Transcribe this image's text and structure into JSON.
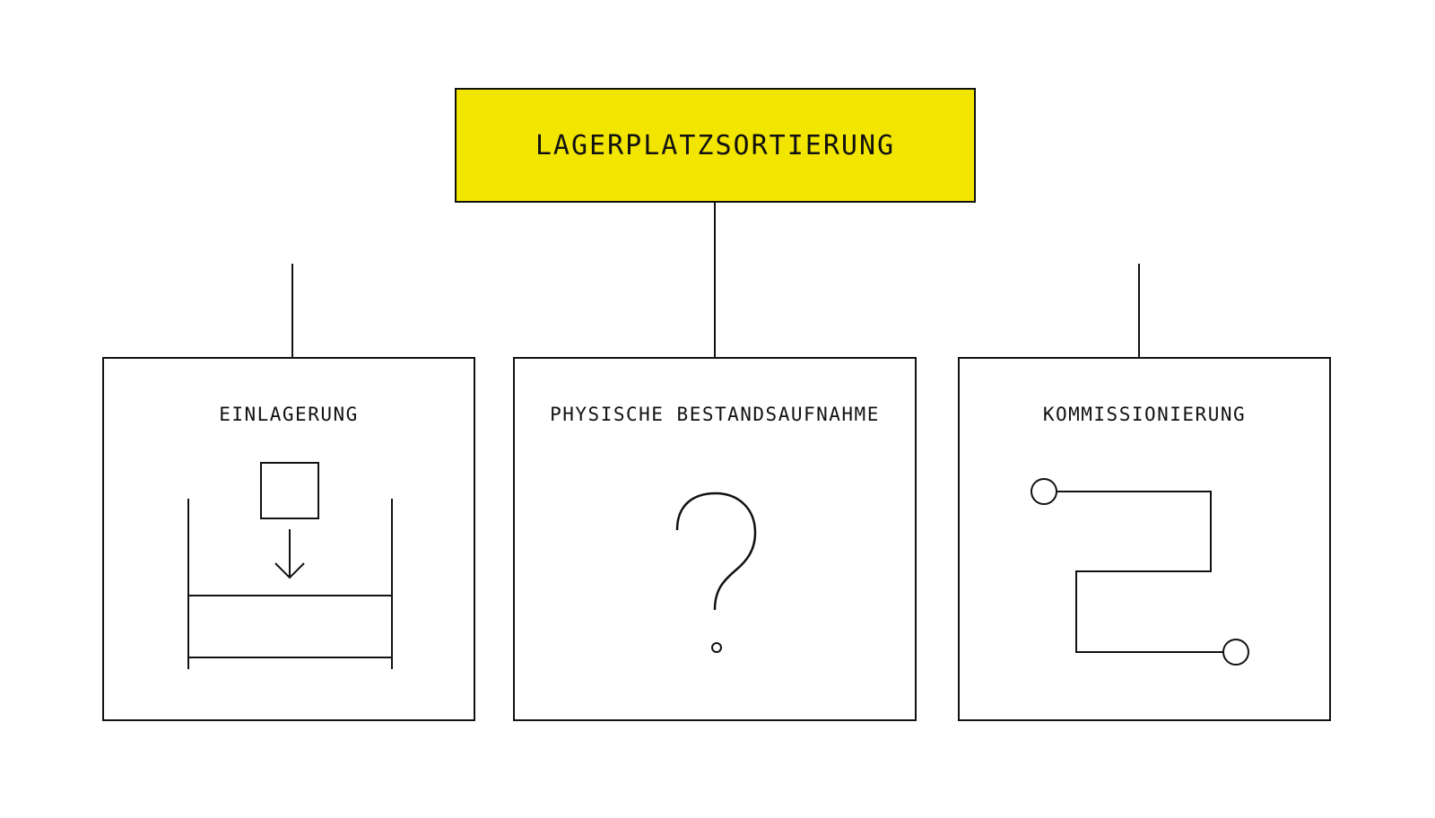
{
  "colors": {
    "accent": "#f2e500",
    "stroke": "#111111",
    "background": "#ffffff"
  },
  "root": {
    "label": "LAGERPLATZSORTIERUNG"
  },
  "cards": [
    {
      "title": "EINLAGERUNG",
      "icon": "put-away-box-arrow-shelf-icon"
    },
    {
      "title": "PHYSISCHE BESTANDSAUFNAHME",
      "icon": "question-mark-icon"
    },
    {
      "title": "KOMMISSIONIERUNG",
      "icon": "picking-route-path-icon"
    }
  ]
}
